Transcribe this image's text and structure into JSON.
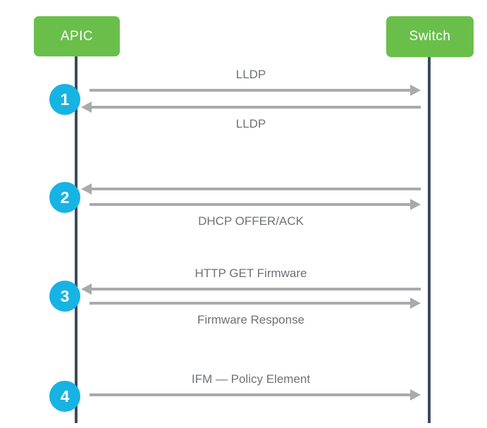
{
  "diagram": {
    "type": "sequence-diagram",
    "background": "#ffffff"
  },
  "actors": [
    {
      "name": "APIC"
    },
    {
      "name": "Switch"
    }
  ],
  "steps": [
    {
      "number": "1"
    },
    {
      "number": "2"
    },
    {
      "number": "3"
    },
    {
      "number": "4"
    }
  ],
  "messages": [
    {
      "step": 1,
      "label": "LLDP",
      "from": "APIC",
      "to": "Switch",
      "direction": "right",
      "label_position": "above"
    },
    {
      "step": 1,
      "label": "LLDP",
      "from": "Switch",
      "to": "APIC",
      "direction": "left",
      "label_position": "below"
    },
    {
      "step": 2,
      "label": "",
      "from": "Switch",
      "to": "APIC",
      "direction": "left",
      "label_position": "none"
    },
    {
      "step": 2,
      "label": "DHCP OFFER/ACK",
      "from": "APIC",
      "to": "Switch",
      "direction": "right",
      "label_position": "below"
    },
    {
      "step": 3,
      "label": "HTTP GET Firmware",
      "from": "Switch",
      "to": "APIC",
      "direction": "left",
      "label_position": "above"
    },
    {
      "step": 3,
      "label": "Firmware Response",
      "from": "APIC",
      "to": "Switch",
      "direction": "right",
      "label_position": "below"
    },
    {
      "step": 4,
      "label": "IFM — Policy Element",
      "from": "APIC",
      "to": "Switch",
      "direction": "right",
      "label_position": "above"
    }
  ],
  "colors": {
    "actor_box": "#6abf4b",
    "actor_text": "#ffffff",
    "step_badge": "#17b3e3",
    "lifeline": "#3d4c5c",
    "arrow": "#a9aaac",
    "label_text": "#6e7174"
  }
}
